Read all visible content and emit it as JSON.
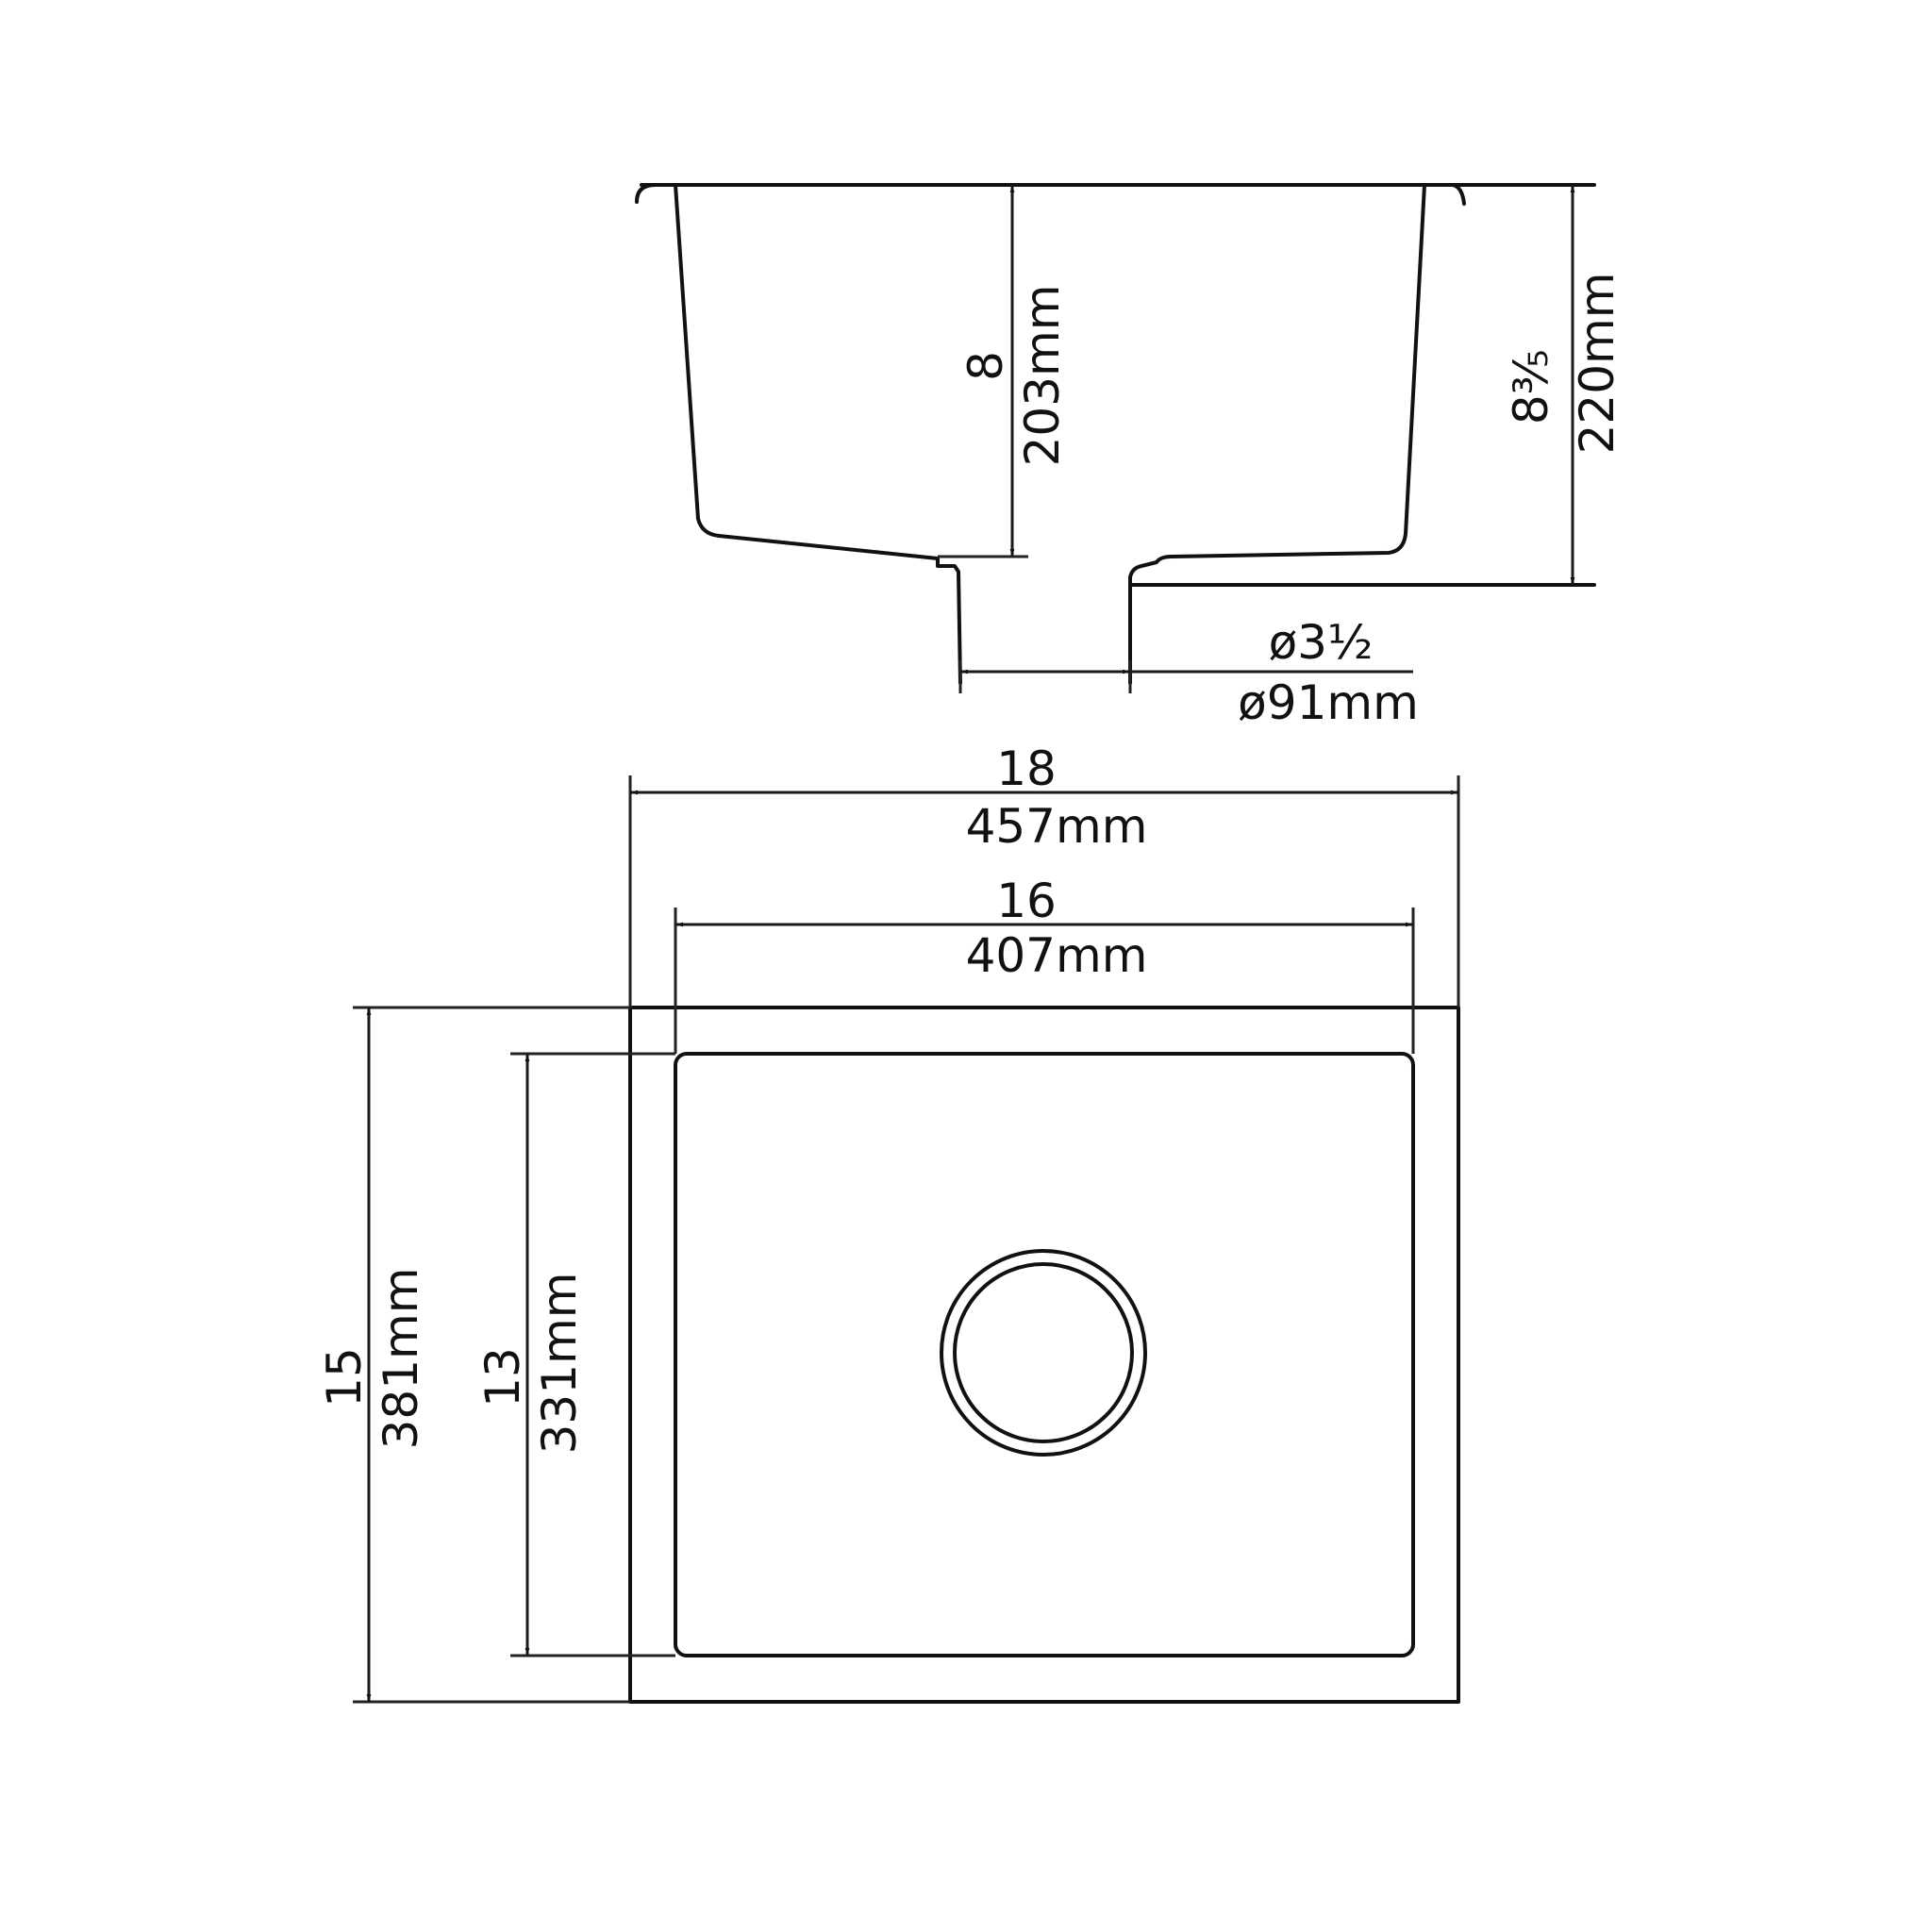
{
  "drawing": {
    "type": "technical-dimension-drawing",
    "subject": "undermount sink",
    "views": {
      "side_section": {
        "bowl_depth": {
          "imperial": "8",
          "metric": "203mm"
        },
        "overall_depth": {
          "imperial": "8⅗",
          "metric": "220mm"
        },
        "drain_diameter": {
          "imperial": "ø3½",
          "metric": "ø91mm"
        }
      },
      "plan": {
        "overall_width": {
          "imperial": "18",
          "metric": "457mm"
        },
        "bowl_width": {
          "imperial": "16",
          "metric": "407mm"
        },
        "overall_length": {
          "imperial": "15",
          "metric": "381mm"
        },
        "bowl_length": {
          "imperial": "13",
          "metric": "331mm"
        }
      }
    },
    "colors": {
      "line": "#111111",
      "background": "#ffffff"
    }
  }
}
